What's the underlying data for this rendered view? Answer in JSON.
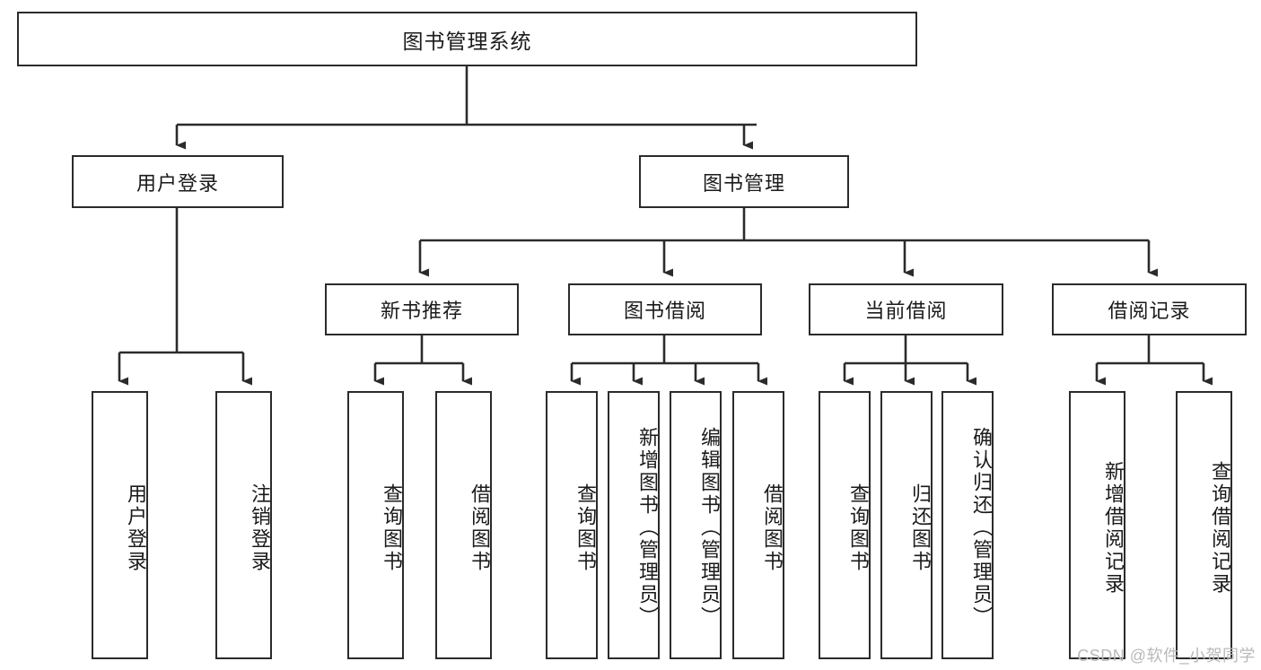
{
  "diagram": {
    "title": "图书管理系统",
    "type": "hierarchy-tree",
    "watermark": "CSDN @软件_小贺同学",
    "colors": {
      "stroke": "#2b2b2b",
      "fill": "#ffffff",
      "text": "#1a1a1a",
      "watermark": "#b9b9b9"
    },
    "nodes": {
      "root": {
        "label": "图书管理系统"
      },
      "level2": [
        {
          "id": "user-login",
          "label": "用户登录"
        },
        {
          "id": "book-manage",
          "label": "图书管理"
        }
      ],
      "level3": [
        {
          "id": "new-book-recommend",
          "label": "新书推荐"
        },
        {
          "id": "book-borrow",
          "label": "图书借阅"
        },
        {
          "id": "current-borrow",
          "label": "当前借阅"
        },
        {
          "id": "borrow-record",
          "label": "借阅记录"
        }
      ],
      "leaves": {
        "user_login": [
          {
            "id": "leaf-user-login",
            "label": "用户登录"
          },
          {
            "id": "leaf-logout-login",
            "label": "注销登录"
          }
        ],
        "new_book_recommend": [
          {
            "id": "leaf-query-book-1",
            "label": "查询图书"
          },
          {
            "id": "leaf-borrow-book-1",
            "label": "借阅图书"
          }
        ],
        "book_borrow": [
          {
            "id": "leaf-query-book-2",
            "label": "查询图书"
          },
          {
            "id": "leaf-add-book",
            "label": "新增图书（管理员）"
          },
          {
            "id": "leaf-edit-book",
            "label": "编辑图书（管理员）"
          },
          {
            "id": "leaf-borrow-book-2",
            "label": "借阅图书"
          }
        ],
        "current_borrow": [
          {
            "id": "leaf-query-book-3",
            "label": "查询图书"
          },
          {
            "id": "leaf-return-book",
            "label": "归还图书"
          },
          {
            "id": "leaf-confirm-return",
            "label": "确认归还（管理员）"
          }
        ],
        "borrow_record": [
          {
            "id": "leaf-add-record",
            "label": "新增借阅记录"
          },
          {
            "id": "leaf-query-record",
            "label": "查询借阅记录"
          }
        ]
      }
    }
  }
}
